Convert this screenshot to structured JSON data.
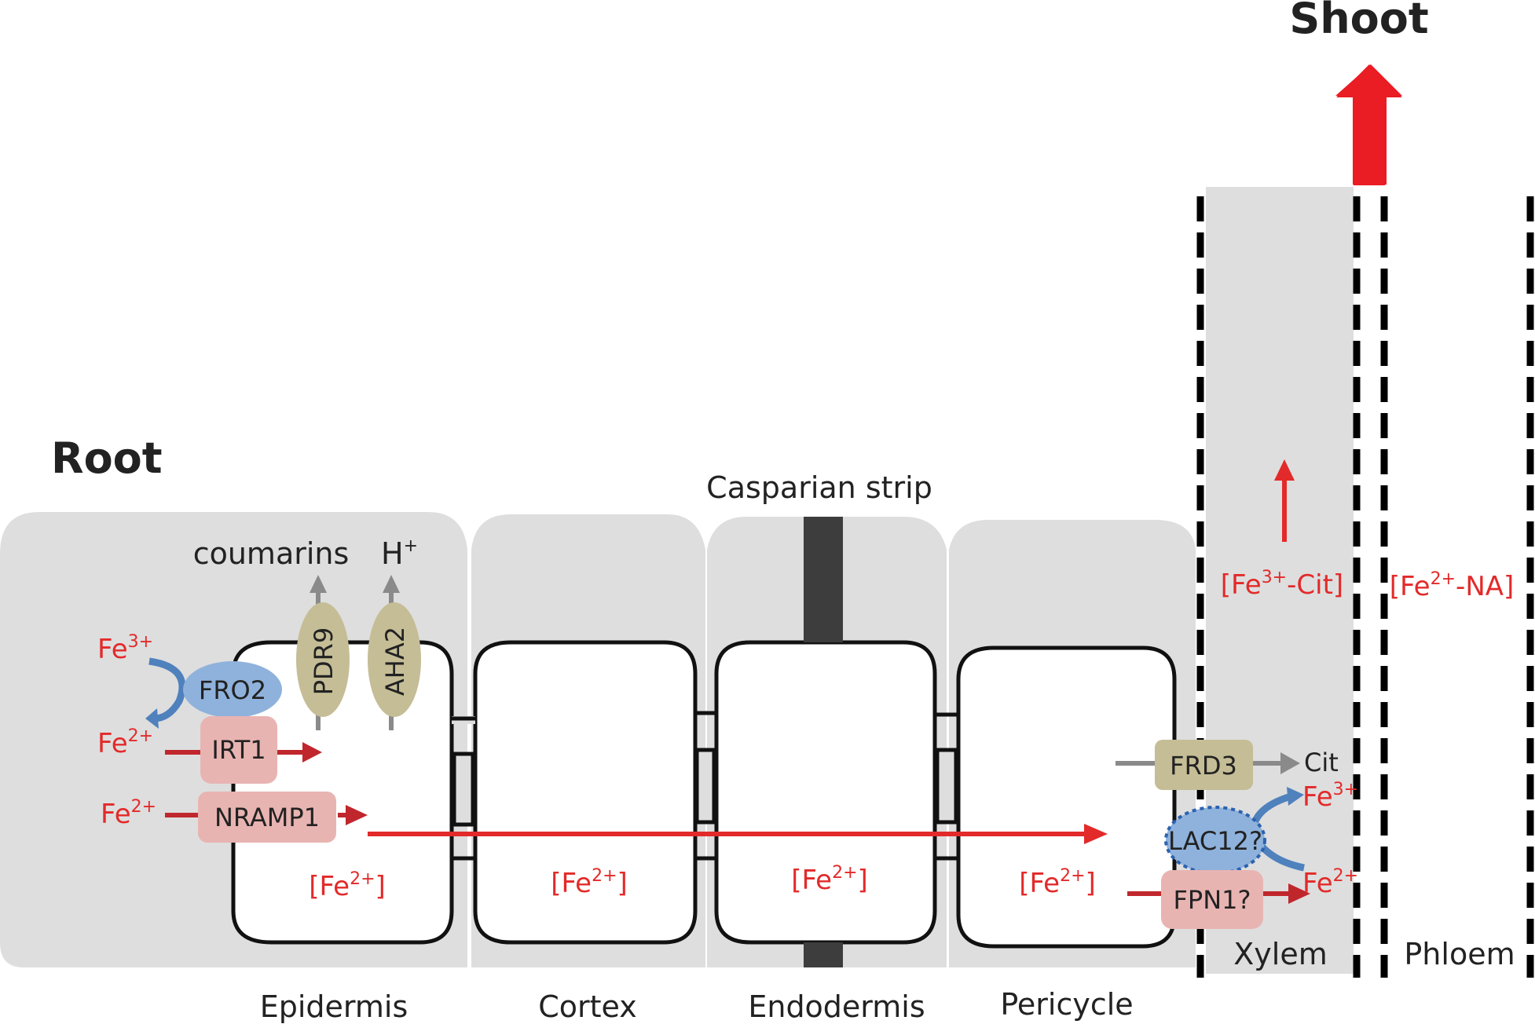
{
  "titles": {
    "root": "Root",
    "shoot": "Shoot"
  },
  "labels": {
    "casparian": "Casparian strip",
    "coumarins": "coumarins",
    "h_base": "H",
    "h_sup": "+",
    "cit": "Cit",
    "xylem": "Xylem",
    "phloem": "Phloem"
  },
  "layers": [
    "Epidermis",
    "Cortex",
    "Endodermis",
    "Pericycle"
  ],
  "proteins": {
    "fro2": "FRO2",
    "irt1": "IRT1",
    "nramp1": "NRAMP1",
    "pdr9": "PDR9",
    "aha2": "AHA2",
    "frd3": "FRD3",
    "lac12": "LAC12?",
    "fpn1": "FPN1?"
  },
  "species": {
    "fe_base": "Fe",
    "fe3_sup": "3+",
    "fe2_sup": "2+",
    "cell_pool_open": "[Fe",
    "cell_pool_close": "]",
    "xylem_cit_open": "[Fe",
    "xylem_cit_close": "-Cit]",
    "phloem_na_open": "[Fe",
    "phloem_na_close": "-NA]"
  },
  "colors": {
    "tissue_gray": "#dedede",
    "iron_red": "#e32a2a",
    "transport_dark_red": "#c0272d",
    "protein_pink": "#e8b4b2",
    "protein_khaki": "#c5bd96",
    "enzyme_blue": "#8fb2dc",
    "arrow_gray": "#8a8a8a",
    "casparian_dark": "#3d3d3d"
  }
}
